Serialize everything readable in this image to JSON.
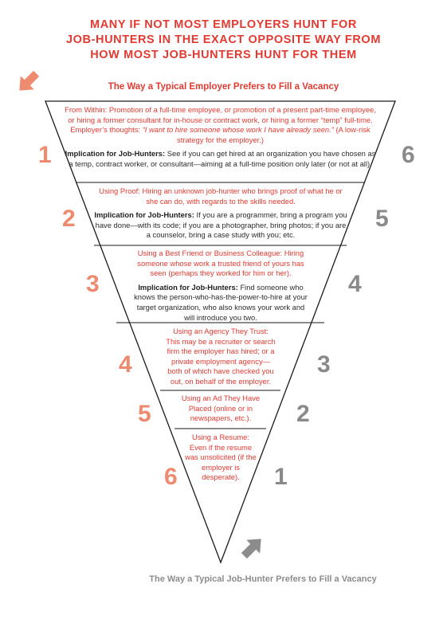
{
  "title_lines": [
    "MANY IF NOT MOST EMPLOYERS HUNT FOR",
    "JOB-HUNTERS IN THE EXACT OPPOSITE WAY FROM",
    "HOW MOST JOB-HUNTERS HUNT FOR THEM"
  ],
  "employer_heading": "The Way a Typical Employer Prefers to Fill a Vacancy",
  "jobhunter_heading": "The Way a Typical Job-Hunter Prefers to Fill a Vacancy",
  "colors": {
    "accent_red": "#e23a31",
    "salmon_number": "#ee8a6d",
    "gray_number": "#8a8a8a",
    "gray_arrow": "#8c8c8c"
  },
  "tiers": [
    {
      "left_number": "1",
      "right_number": "6",
      "method": "From Within: Promotion of a full-time employee, or promotion of a present part-time employee, or hiring a former consultant for in-house or contract work, or hiring a former “temp” full-time. Employer’s thoughts: ",
      "method_italic": "“I want to hire someone whose work I have already seen.”",
      "method_tail": " (A low-risk strategy for the employer.)",
      "implication_label": "Implication for Job-Hunters:",
      "implication": " See if you can get hired at an organization you have chosen as a temp, contract worker, or consultant—aiming at a full-time position only later (or not at all)."
    },
    {
      "left_number": "2",
      "right_number": "5",
      "method": "Using Proof: Hiring an unknown job-hunter who brings proof of what he or she can do, with regards to the skills needed.",
      "implication_label": "Implication for Job-Hunters:",
      "implication": " If you are a programmer, bring a program you have done—with its code; if you are a photographer, bring photos; if you are a counselor, bring a case study with you; etc."
    },
    {
      "left_number": "3",
      "right_number": "4",
      "method": "Using a Best Friend or Business Colleague: Hiring someone whose work a trusted friend of yours has seen (perhaps they worked for him or her).",
      "implication_label": "Implication for Job-Hunters:",
      "implication": " Find someone who knows the person-who-has-the-power-to-hire at your target organization, who also knows your work and will introduce you two."
    },
    {
      "left_number": "4",
      "right_number": "3",
      "method": "Using an Agency They Trust: This may be a recruiter or search firm the employer has hired; or a private employment agency—both of which have checked you out, on behalf of the employer."
    },
    {
      "left_number": "5",
      "right_number": "2",
      "method": "Using an Ad They Have Placed (online or in newspapers, etc.)."
    },
    {
      "left_number": "6",
      "right_number": "1",
      "method": "Using a Resume: Even if the resume was unsolicited (if the employer is desperate)."
    }
  ]
}
